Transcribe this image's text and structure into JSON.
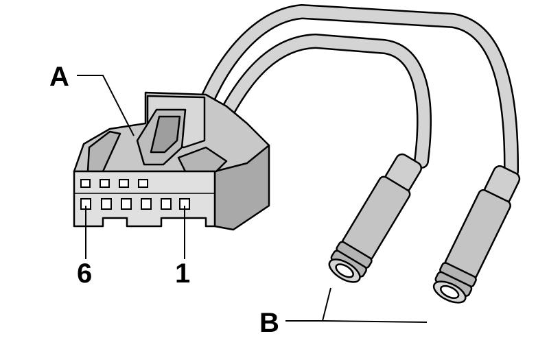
{
  "labels": {
    "a": "A",
    "six": "6",
    "one": "1",
    "b": "B"
  },
  "colors": {
    "line": "#000000",
    "body": "#c8c8c8",
    "shade": "#a9a9a9",
    "light": "#e2e2e2"
  }
}
